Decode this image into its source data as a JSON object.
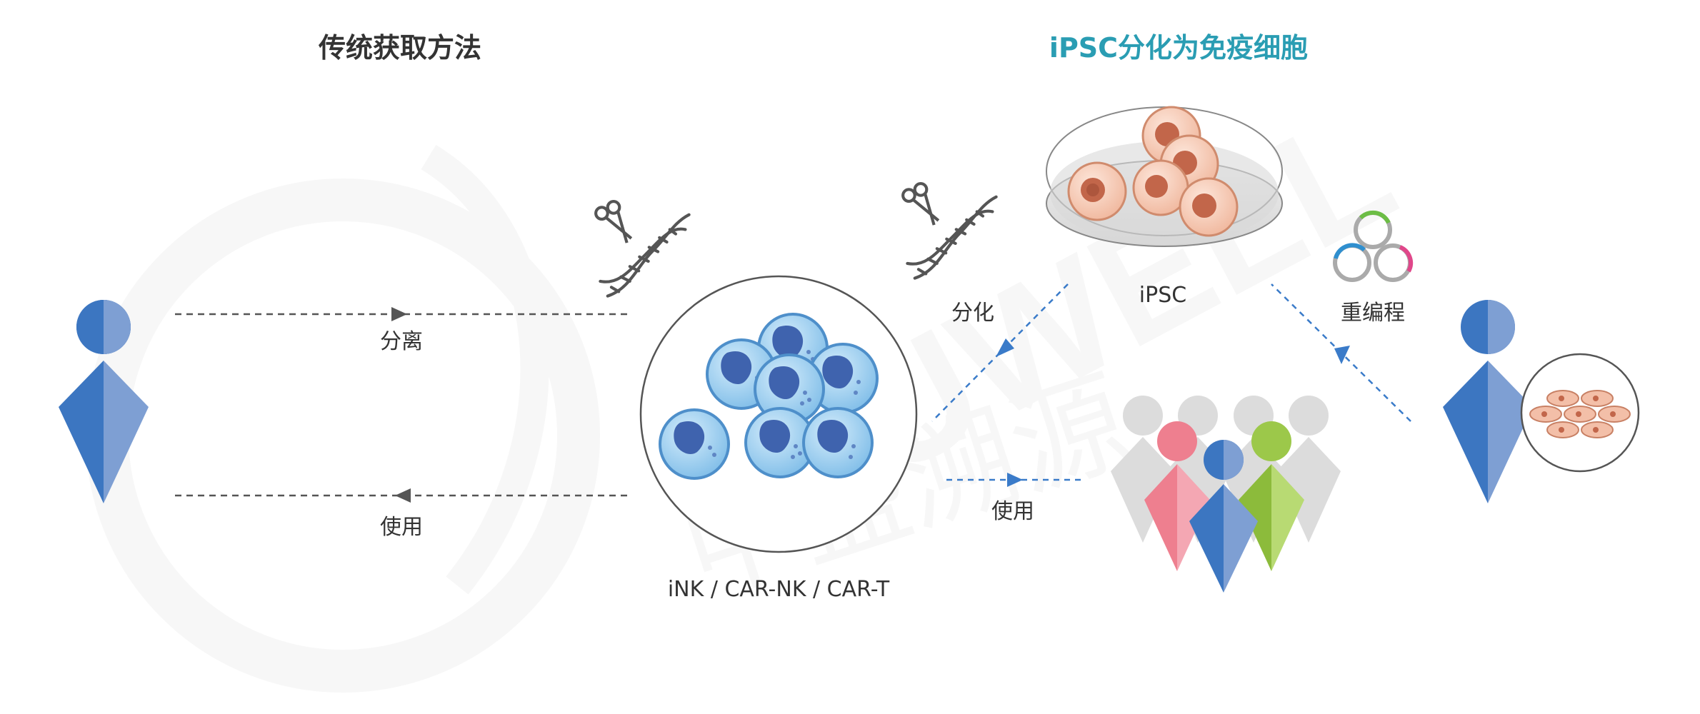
{
  "left_section": {
    "title": "传统获取方法"
  },
  "right_section": {
    "title": "iPSC分化为免疫细胞"
  },
  "labels": {
    "separate": "分离",
    "use_left": "使用",
    "immune_cells": "iNK / CAR-NK / CAR-T",
    "differentiate": "分化",
    "ipsc": "iPSC",
    "reprogram": "重编程",
    "use_right": "使用"
  },
  "watermark": {
    "brand": "HUWELL",
    "chinese": "中盛溯源"
  },
  "colors": {
    "title_left": "#333333",
    "title_right": "#2a9db3",
    "person_blue_dark": "#3c76c1",
    "person_blue_light": "#7e9fd3",
    "person_pink": "#ee7f8f",
    "person_green": "#9cc84a",
    "person_gray": "#d9d9d9",
    "cell_blue": "#9fd0f2",
    "cell_nucleus": "#3f63ae",
    "ipsc_cell": "#f3bfa8",
    "ipsc_nucleus": "#c2664a",
    "arrow_blue": "#3a7bc9",
    "arrow_gray": "#555555"
  }
}
